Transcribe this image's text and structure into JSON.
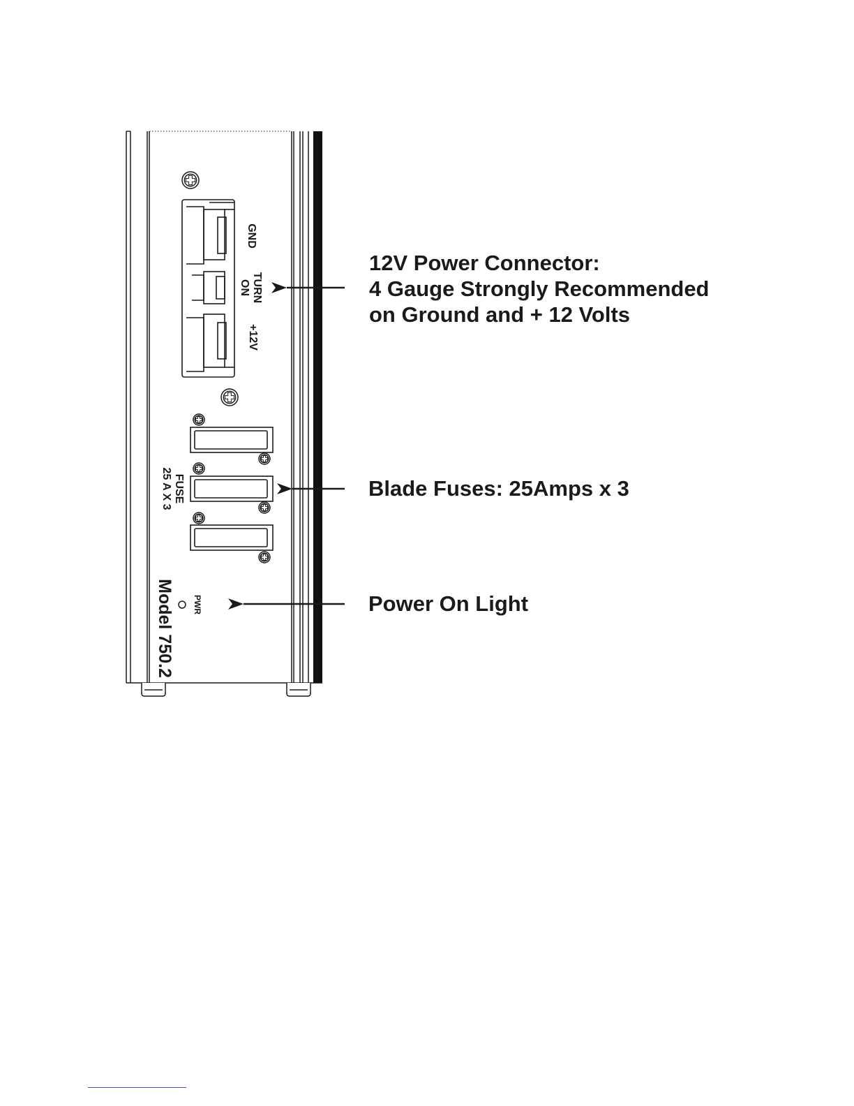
{
  "device": {
    "connector_labels": {
      "gnd": "GND",
      "turn_on_line1": "TURN",
      "turn_on_line2": "ON",
      "plus12v": "+12V"
    },
    "fuse_label_line1": "FUSE",
    "fuse_label_line2": "25 A X 3",
    "pwr_label": "PWR",
    "model": "Model 750.2"
  },
  "callouts": {
    "power_connector": [
      "12V Power Connector:",
      "4 Gauge Strongly Recommended",
      "on Ground and + 12 Volts"
    ],
    "blade_fuses": "Blade Fuses: 25Amps x 3",
    "power_light": "Power On Light"
  },
  "colors": {
    "ink": "#1a1a1a",
    "footer_rule": "#3a57b8"
  }
}
